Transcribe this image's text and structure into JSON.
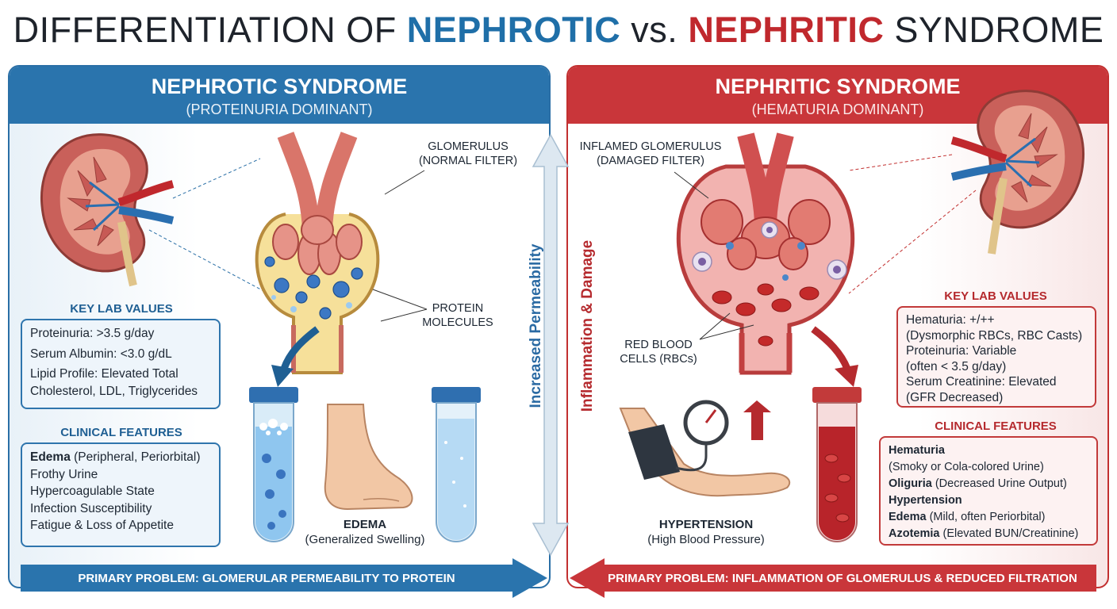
{
  "title": {
    "part1": "DIFFERENTIATION OF ",
    "nephrotic": "NEPHROTIC",
    "vs": " vs. ",
    "nephritic": "NEPHRITIC",
    "part2": " SYNDROME"
  },
  "colors": {
    "nephrotic": "#2a74ad",
    "nephritic": "#c9363a"
  },
  "nephrotic": {
    "heading": "NEPHROTIC SYNDROME",
    "subheading": "(PROTEINURIA DOMINANT)",
    "glomerulus_label": [
      "GLOMERULUS",
      "(NORMAL FILTER)"
    ],
    "protein_label": [
      "PROTEIN",
      "MOLECULES"
    ],
    "lab_title": "KEY LAB VALUES",
    "lab_values": [
      "Proteinuria: >3.5 g/day",
      "Serum Albumin: <3.0 g/dL",
      "Lipid Profile: Elevated Total",
      "Cholesterol, LDL, Triglycerides"
    ],
    "clinical_title": "CLINICAL FEATURES",
    "clinical_features": [
      {
        "bold": "Edema",
        "rest": " (Peripheral, Periorbital)"
      },
      {
        "bold": "",
        "rest": "Frothy Urine"
      },
      {
        "bold": "",
        "rest": "Hypercoagulable State"
      },
      {
        "bold": "",
        "rest": "Infection Susceptibility"
      },
      {
        "bold": "",
        "rest": "Fatigue & Loss of Appetite"
      }
    ],
    "edema_caption": {
      "title": "EDEMA",
      "sub": "(Generalized Swelling)"
    },
    "bottom_bar": "PRIMARY PROBLEM: GLOMERULAR PERMEABILITY TO PROTEIN"
  },
  "center": {
    "left_axis": "Increased Permeability",
    "right_axis": "Inflammation & Damage"
  },
  "nephritic": {
    "heading": "NEPHRITIC SYNDROME",
    "subheading": "(HEMATURIA DOMINANT)",
    "glomerulus_label": [
      "INFLAMED GLOMERULUS",
      "(DAMAGED FILTER)"
    ],
    "rbc_label": [
      "RED BLOOD",
      "CELLS (RBCs)"
    ],
    "lab_title": "KEY LAB VALUES",
    "lab_values": [
      "Hematuria: +/++",
      "(Dysmorphic RBCs, RBC Casts)",
      "Proteinuria: Variable",
      "(often < 3.5 g/day)",
      "Serum Creatinine: Elevated",
      "(GFR Decreased)"
    ],
    "clinical_title": "CLINICAL FEATURES",
    "clinical_features": [
      {
        "bold": "Hematuria",
        "rest": ""
      },
      {
        "bold": "",
        "rest": "(Smoky or Cola-colored Urine)"
      },
      {
        "bold": "Oliguria",
        "rest": " (Decreased Urine Output)"
      },
      {
        "bold": "Hypertension",
        "rest": ""
      },
      {
        "bold": "Edema",
        "rest": " (Mild, often Periorbital)"
      },
      {
        "bold": "Azotemia",
        "rest": " (Elevated BUN/Creatinine)"
      }
    ],
    "hypertension_caption": {
      "title": "HYPERTENSION",
      "sub": "(High Blood Pressure)"
    },
    "bottom_bar": "PRIMARY PROBLEM: INFLAMMATION OF GLOMERULUS & REDUCED FILTRATION"
  }
}
